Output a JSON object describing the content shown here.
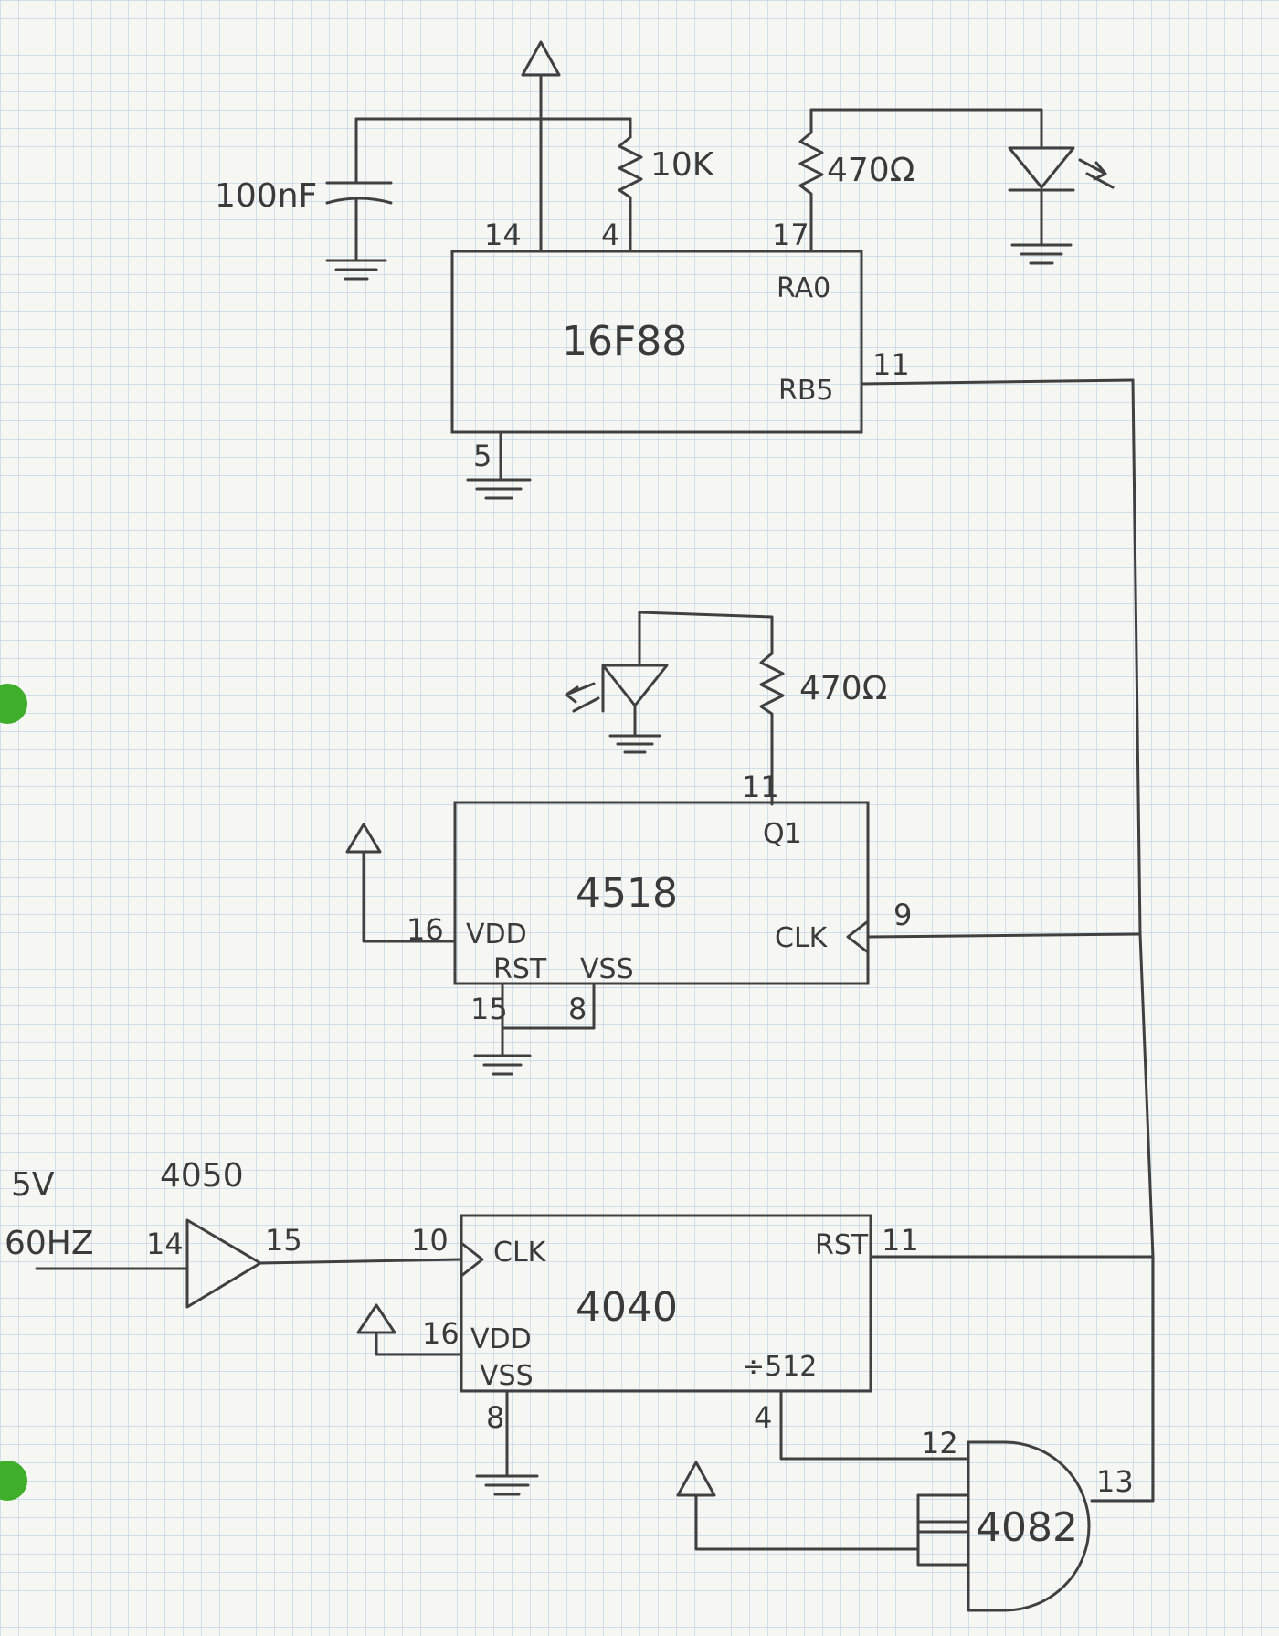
{
  "colors": {
    "paper": "#f6f7f3",
    "grid": "#b9cfe6",
    "ink": "#404040",
    "hole": "#3fae2b"
  },
  "chips": {
    "pic": {
      "name": "16F88",
      "ra0": "RA0",
      "rb5": "RB5",
      "pin_vdd": "14",
      "pin_mclr": "4",
      "pin_ra0": "17",
      "pin_rb5": "11",
      "pin_vss": "5"
    },
    "counter4518": {
      "name": "4518",
      "q1": "Q1",
      "vdd": "VDD",
      "clk": "CLK",
      "rst": "RST",
      "vss": "VSS",
      "pin_q1": "11",
      "pin_vdd": "16",
      "pin_clk": "9",
      "pin_rst": "15",
      "pin_vss": "8"
    },
    "counter4040": {
      "name": "4040",
      "clk": "CLK",
      "rst": "RST",
      "vdd": "VDD",
      "vss": "VSS",
      "div": "÷512",
      "pin_clk": "10",
      "pin_rst": "11",
      "pin_vdd": "16",
      "pin_vss": "8",
      "pin_div": "4"
    },
    "buffer4050": {
      "name": "4050",
      "pin_in": "14",
      "pin_out": "15"
    },
    "gate4082": {
      "name": "4082",
      "pin_in": "12",
      "pin_out": "13"
    }
  },
  "components": {
    "cap": "100nF",
    "r_pullup": "10K",
    "r_led1": "470Ω",
    "r_led2": "470Ω"
  },
  "source": {
    "voltage": "5V",
    "freq": "60HZ"
  }
}
